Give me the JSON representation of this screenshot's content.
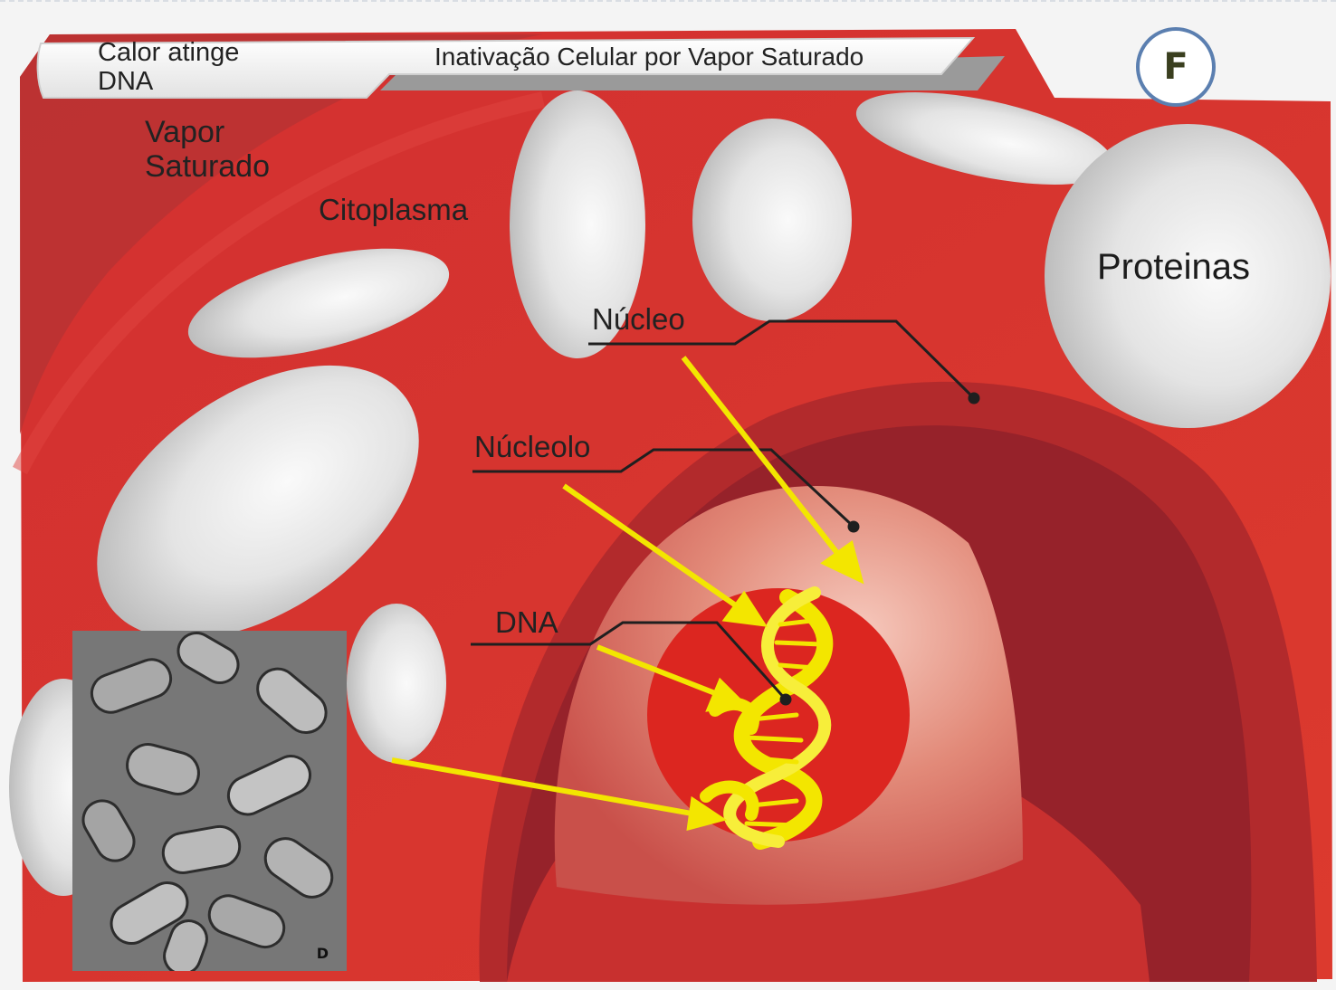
{
  "banner": {
    "left_text": "Calor atinge\nDNA",
    "title": "Inativação Celular por Vapor Saturado"
  },
  "badge": {
    "letter": "F"
  },
  "labels": {
    "vapor": "Vapor\nSaturado",
    "citoplasma": "Citoplasma",
    "proteinas": "Proteinas",
    "nucleo": "Núcleo",
    "nucleolo": "Núcleolo",
    "dna": "DNA"
  },
  "micrograph": {
    "letter": "D"
  },
  "colors": {
    "cell_red": "#d9302c",
    "deep_red": "#9c2226",
    "nucleolus_pink": "#e8877a",
    "dna_yellow": "#f3e600",
    "vesicle_white": "#e9e9e9",
    "badge_border": "#5b7fb0"
  }
}
